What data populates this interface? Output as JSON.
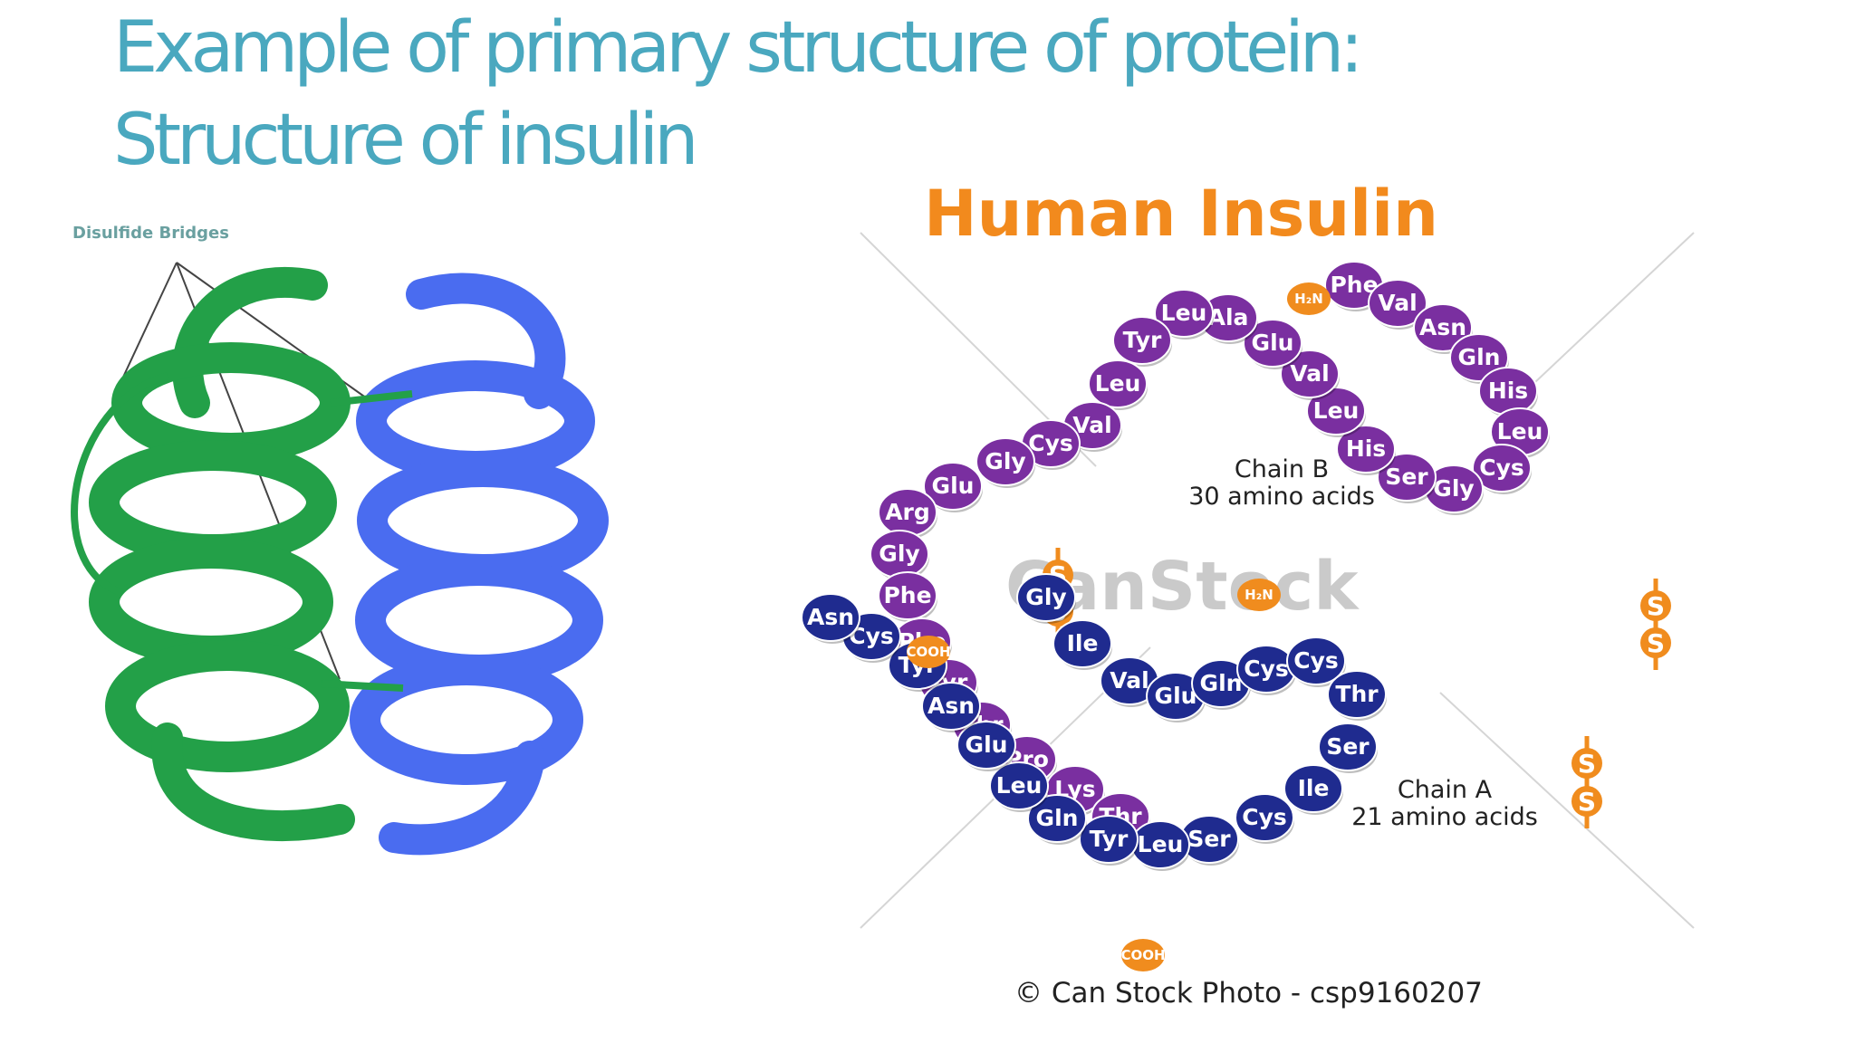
{
  "slide": {
    "title_line1": "Example of primary structure of protein:",
    "title_line2": "Structure of insulin"
  },
  "left_figure": {
    "label": "Disulfide Bridges",
    "colors": {
      "chain_a": "#23a048",
      "chain_b": "#4a6cf0"
    }
  },
  "right_figure": {
    "title": "Human Insulin",
    "watermark": "CanStock",
    "credit": "© Can Stock Photo - csp9160207",
    "chain_b": {
      "label_line1": "Chain B",
      "label_line2": "30 amino acids",
      "n_term": "H₂N",
      "c_term": "COOH",
      "color": "#7a2fa0",
      "residues": [
        "Phe",
        "Val",
        "Asn",
        "Gln",
        "His",
        "Leu",
        "Cys",
        "Gly",
        "Ser",
        "His",
        "Leu",
        "Val",
        "Glu",
        "Ala",
        "Leu",
        "Tyr",
        "Leu",
        "Val",
        "Cys",
        "Gly",
        "Glu",
        "Arg",
        "Gly",
        "Phe",
        "Phe",
        "Tyr",
        "Thr",
        "Pro",
        "Lys",
        "Thr"
      ]
    },
    "chain_a": {
      "label_line1": "Chain A",
      "label_line2": "21 amino acids",
      "n_term": "H₂N",
      "c_term": "COOH",
      "color": "#1f2b8f",
      "residues": [
        "Gly",
        "Ile",
        "Val",
        "Glu",
        "Gln",
        "Cys",
        "Cys",
        "Thr",
        "Ser",
        "Ile",
        "Cys",
        "Ser",
        "Leu",
        "Tyr",
        "Gln",
        "Leu",
        "Glu",
        "Asn",
        "Tyr",
        "Cys",
        "Asn"
      ]
    },
    "disulfide_symbol": "S",
    "disulfide_color": "#f08c1e"
  }
}
